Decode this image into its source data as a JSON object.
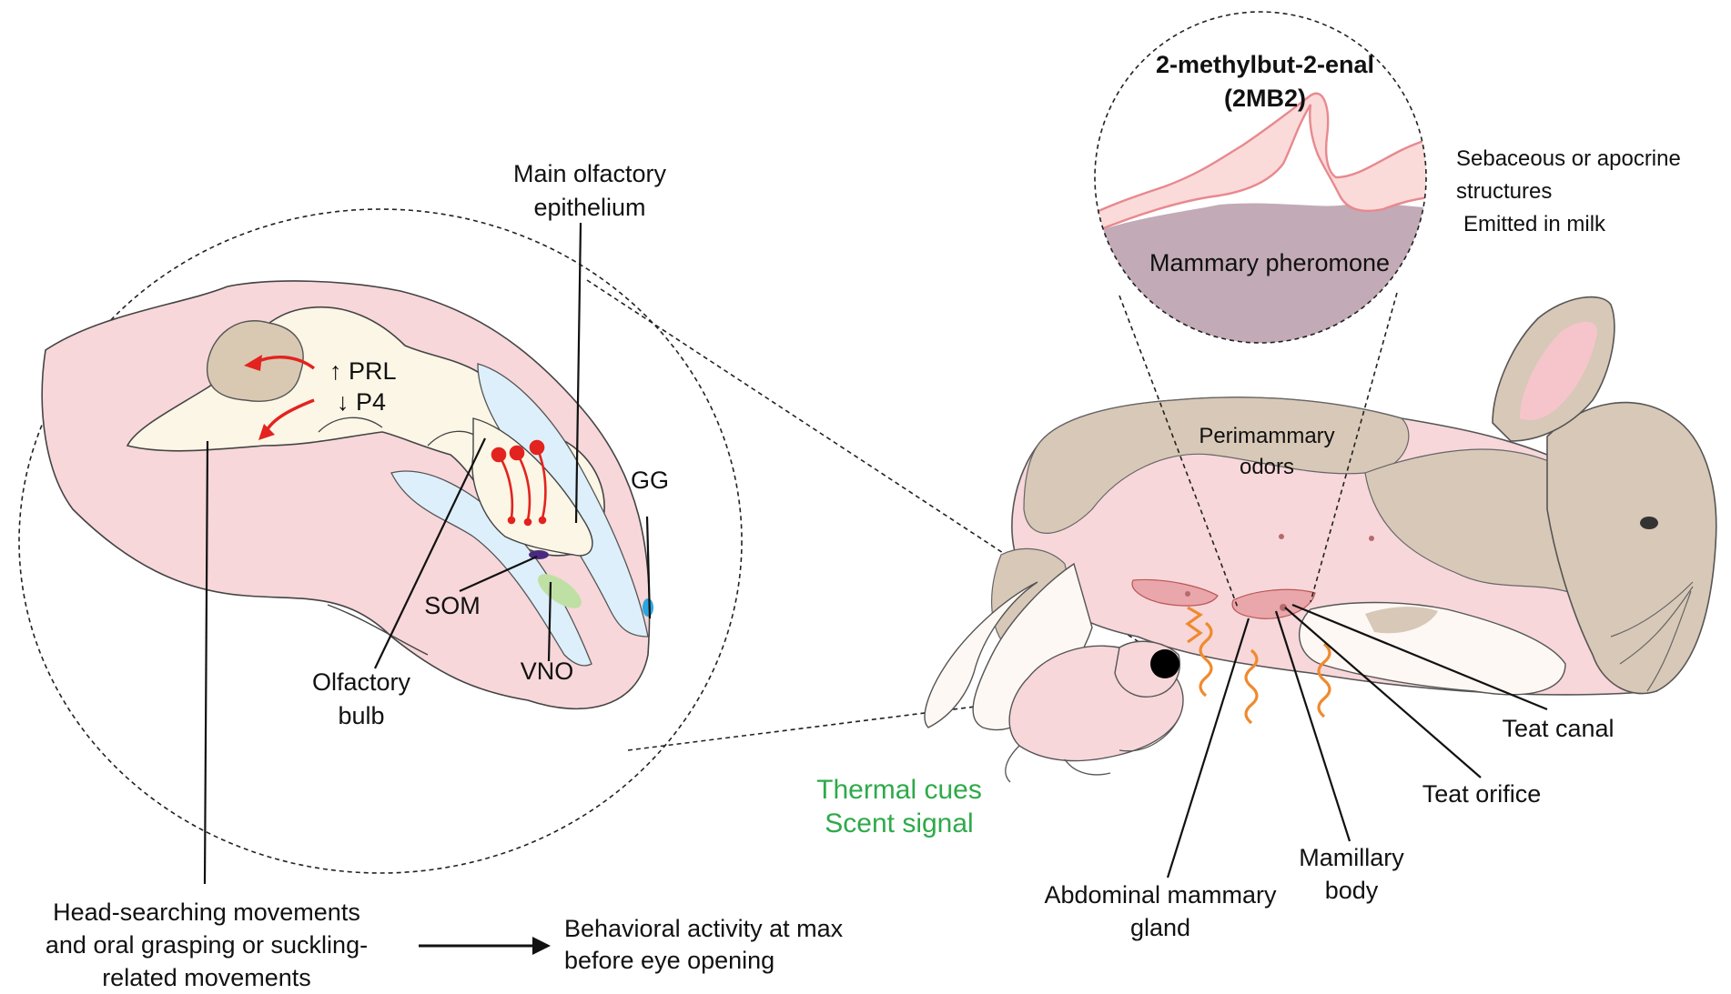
{
  "colors": {
    "skin_pink": "#f7d7da",
    "fur_tan": "#d8c8b7",
    "brain_cream": "#fbf6e6",
    "cerebellum_tan": "#d9c9b3",
    "airway_blue": "#ddeffa",
    "mammary_purple": "#c2aab6",
    "gland_outline": "#e7898e",
    "arrow_red": "#e3231f",
    "wave_orange": "#ef8a2e",
    "green_text": "#2eaa4a",
    "vno_green": "#bfe0a4",
    "gg_blue": "#2aa6e0",
    "som_purple": "#4a2a80"
  },
  "icons": {
    "up_arrow": "↑",
    "down_arrow": "↓"
  },
  "labels": {
    "main_olfactory_1": "Main olfactory",
    "main_olfactory_2": "epithelium",
    "prl": "↑ PRL",
    "p4": "↓ P4",
    "gg": "GG",
    "som": "SOM",
    "vno": "VNO",
    "olfactory_bulb_1": "Olfactory",
    "olfactory_bulb_2": "bulb",
    "head_search_1": "Head-searching movements",
    "head_search_2": "and oral grasping or suckling-",
    "head_search_3": "related movements",
    "behavioral_1": "Behavioral activity at max",
    "behavioral_2": "before eye opening",
    "pheromone_name_1": "2-methylbut-2-enal",
    "pheromone_name_2": "(2MB2)",
    "mammary_pheromone": "Mammary pheromone",
    "sebaceous_1": "Sebaceous or apocrine",
    "sebaceous_2": "structures",
    "emitted": "Emitted in milk",
    "perimammary_1": "Perimammary",
    "perimammary_2": "odors",
    "thermal": "Thermal cues",
    "scent": "Scent signal",
    "abdominal_1": "Abdominal mammary",
    "abdominal_2": "gland",
    "mamillary_1": "Mamillary",
    "mamillary_2": "body",
    "teat_orifice": "Teat orifice",
    "teat_canal": "Teat canal"
  }
}
